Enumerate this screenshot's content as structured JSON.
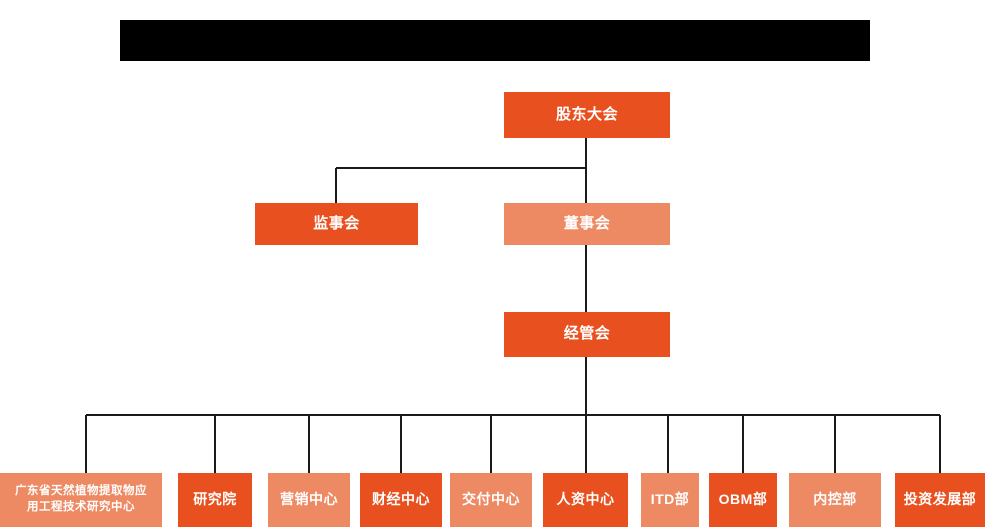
{
  "document": {
    "kind": "organization-chart",
    "title_banner": {
      "label": "",
      "state": "redacted"
    }
  },
  "colors": {
    "accent_dark": "#E8511F",
    "accent_light": "#ED8A63",
    "connector": "#1a1a1a",
    "background": "#FFFFFF",
    "banner": "#000000",
    "node_text": "#FFFFFF"
  },
  "org": {
    "tier1": {
      "shareholders_meeting": "股东大会"
    },
    "tier2": {
      "board_of_supervisors": "监事会",
      "board_of_directors": "董事会"
    },
    "tier3": {
      "management_committee": "经管会"
    },
    "departments": [
      {
        "label": "广东省天然植物提取物应\n用工程技术研究中心",
        "tone": "light"
      },
      {
        "label": "研究院",
        "tone": "dark"
      },
      {
        "label": "营销中心",
        "tone": "light"
      },
      {
        "label": "财经中心",
        "tone": "dark"
      },
      {
        "label": "交付中心",
        "tone": "light"
      },
      {
        "label": "人资中心",
        "tone": "dark"
      },
      {
        "label": "ITD部",
        "tone": "light"
      },
      {
        "label": "OBM部",
        "tone": "dark"
      },
      {
        "label": "内控部",
        "tone": "light"
      },
      {
        "label": "投资发展部",
        "tone": "dark"
      }
    ]
  }
}
